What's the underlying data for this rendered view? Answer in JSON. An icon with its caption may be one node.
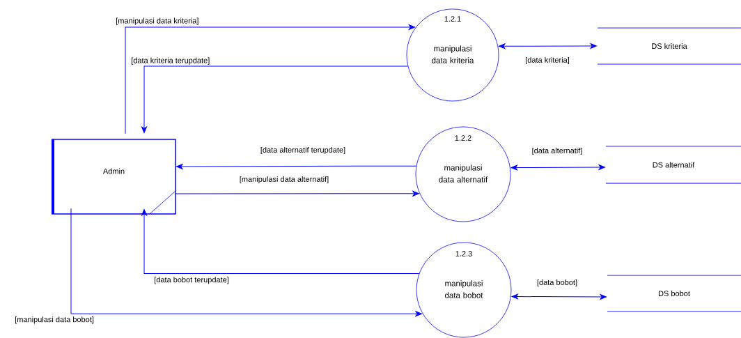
{
  "diagram": {
    "nodes": [
      {
        "text": [
          "Admin"
        ]
      },
      {
        "text": [
          "1.2.1",
          "manipulasi data kriteria"
        ]
      },
      {
        "text": [
          "1.2.2",
          "manipulasi data alternatif"
        ]
      },
      {
        "text": [
          "1.2.3",
          "manipulasi data bobot"
        ]
      },
      {
        "text": [
          "DS kriteria"
        ]
      },
      {
        "text": [
          "DS alternatif"
        ]
      },
      {
        "text": [
          "DS bobot"
        ]
      }
    ],
    "edges": [
      {
        "from": 0,
        "to": 1,
        "arrow": "to",
        "label": "[manipulasi data kriteria]"
      },
      {
        "from": 1,
        "to": 0,
        "arrow": "to",
        "label": "[data kriteria terupdate]"
      },
      {
        "from": 2,
        "to": 0,
        "arrow": "to",
        "label": "[data alternatif terupdate]"
      },
      {
        "from": 0,
        "to": 2,
        "arrow": "to",
        "label": "[manipulasi data alternatif]"
      },
      {
        "from": 3,
        "to": 0,
        "arrow": "to",
        "label": "[data bobot terupdate]"
      },
      {
        "from": 0,
        "to": 3,
        "arrow": "to",
        "label": "[manipulasi data bobot]"
      },
      {
        "from": 1,
        "to": 4,
        "arrow": "both",
        "label": "[data kriteria]"
      },
      {
        "from": 2,
        "to": 5,
        "arrow": "both",
        "label": "[data alternatif]"
      },
      {
        "from": 3,
        "to": 6,
        "arrow": "both",
        "label": "[data bobot]"
      }
    ]
  }
}
